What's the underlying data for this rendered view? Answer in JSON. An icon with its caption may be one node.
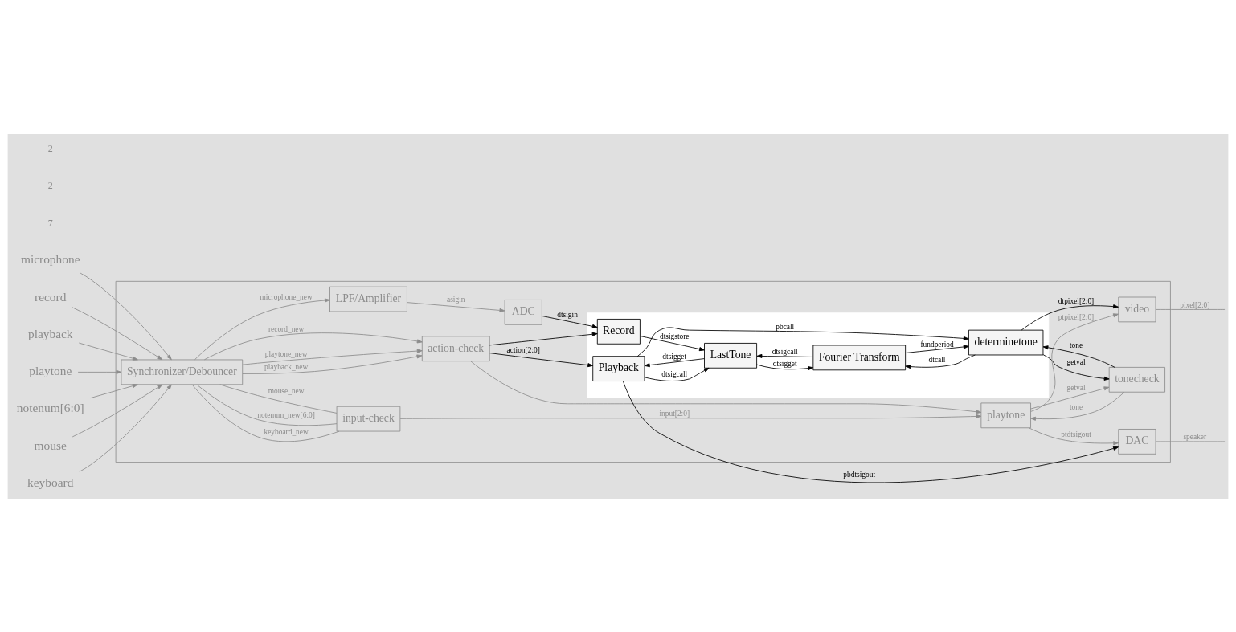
{
  "diagram": {
    "nodes": [
      {
        "text": [],
        "shape": "box"
      },
      {
        "text": [
          "microphone"
        ]
      },
      {
        "text": [
          "record"
        ]
      },
      {
        "text": [
          "playback"
        ]
      },
      {
        "text": [
          "playtone"
        ]
      },
      {
        "text": [
          "notenum[6:0]"
        ]
      },
      {
        "text": [
          "mouse"
        ]
      },
      {
        "text": [
          "keyboard"
        ]
      },
      {
        "text": [
          "Synchronizer/Debouncer"
        ],
        "in": 0
      },
      {
        "text": [
          "LPF/Amplifier"
        ],
        "in": 0
      },
      {
        "text": [
          "ADC"
        ],
        "in": 0
      },
      {
        "text": [
          "action-check"
        ],
        "in": 0
      },
      {
        "text": [
          "input-check"
        ],
        "in": 0
      },
      {
        "text": [],
        "shape": "box",
        "in": 0
      },
      {
        "text": [
          "Record"
        ],
        "in": 13
      },
      {
        "text": [
          "Playback"
        ],
        "in": 13
      },
      {
        "text": [
          "LastTone"
        ],
        "in": 13
      },
      {
        "text": [
          "Fourier Transform"
        ],
        "in": 13
      },
      {
        "text": [
          "determinetone"
        ],
        "in": 13
      },
      {
        "text": [
          "playtone"
        ],
        "in": 0
      },
      {
        "text": [
          "tonecheck"
        ],
        "in": 0
      },
      {
        "text": [
          "DAC"
        ],
        "in": 0
      },
      {
        "text": [
          "video"
        ],
        "in": 0
      }
    ],
    "edges": [
      {
        "from": 1,
        "to": 8,
        "arrow": "to"
      },
      {
        "from": 2,
        "to": 8,
        "arrow": "to"
      },
      {
        "from": 3,
        "to": 8,
        "arrow": "to"
      },
      {
        "from": 4,
        "to": 8,
        "arrow": "to"
      },
      {
        "from": 5,
        "to": 8,
        "arrow": "to"
      },
      {
        "from": 6,
        "to": 8,
        "arrow": "to"
      },
      {
        "from": 7,
        "to": 8,
        "arrow": "to"
      },
      {
        "from": 8,
        "to": 9,
        "arrow": "to",
        "label": "microphone_new"
      },
      {
        "from": 9,
        "to": 10,
        "arrow": "to",
        "label": "asigin"
      },
      {
        "from": 10,
        "to": 14,
        "arrow": "to",
        "label": "dtsigin",
        "color": "#000000"
      },
      {
        "from": 8,
        "to": 11,
        "arrow": "to",
        "label": "record_new"
      },
      {
        "from": 8,
        "to": 11,
        "arrow": "to",
        "label": "playback_new"
      },
      {
        "from": 8,
        "to": 11,
        "arrow": "to",
        "label": "playtone_new"
      },
      {
        "from": 8,
        "to": 12,
        "arrow": "none",
        "label": "notenum_new[6:0]"
      },
      {
        "from": 8,
        "to": 12,
        "arrow": "none",
        "label": "mouse_new"
      },
      {
        "from": 8,
        "to": 12,
        "arrow": "none",
        "label": "keyboard_new"
      },
      {
        "from": 11,
        "to": 14,
        "arrow": "to",
        "color": "#000000"
      },
      {
        "from": 11,
        "to": 15,
        "arrow": "to",
        "label": "action[2:0]",
        "color": "#000000"
      },
      {
        "from": 11,
        "to": 19,
        "arrow": "to"
      },
      {
        "from": 12,
        "to": 19,
        "arrow": "to",
        "label": "input[2:0]"
      },
      {
        "from": 14,
        "to": 16,
        "arrow": "to",
        "label": "dtsigstore",
        "color": "#000000"
      },
      {
        "from": 15,
        "to": 16,
        "arrow": "to",
        "label": "dtsigcall",
        "color": "#000000"
      },
      {
        "from": 16,
        "to": 15,
        "arrow": "to",
        "label": "dtsigget",
        "color": "#000000"
      },
      {
        "from": 17,
        "to": 16,
        "arrow": "to",
        "label": "dtsigcall",
        "color": "#000000"
      },
      {
        "from": 16,
        "to": 17,
        "arrow": "to",
        "label": "dtsigget",
        "color": "#000000"
      },
      {
        "from": 18,
        "to": 17,
        "arrow": "to",
        "label": "dtcall",
        "color": "#000000"
      },
      {
        "from": 17,
        "to": 18,
        "arrow": "to",
        "label": "fundperiod",
        "color": "#000000"
      },
      {
        "from": 15,
        "to": 18,
        "arrow": "to",
        "label": "pbcall",
        "color": "#000000"
      },
      {
        "from": 15,
        "to": 21,
        "arrow": "to",
        "label": "pbdtsigout",
        "color": "#000000"
      },
      {
        "from": 18,
        "to": 20,
        "arrow": "to",
        "label": "getval",
        "color": "#000000"
      },
      {
        "from": 20,
        "to": 18,
        "arrow": "to",
        "label": "tone",
        "color": "#000000"
      },
      {
        "from": 18,
        "to": 22,
        "arrow": "to",
        "label": "dtpixel[2:0]",
        "color": "#000000"
      },
      {
        "from": 19,
        "to": 20,
        "arrow": "to",
        "label": "getval"
      },
      {
        "from": 20,
        "to": 19,
        "arrow": "to",
        "label": "tone"
      },
      {
        "from": 19,
        "to": 22,
        "arrow": "to",
        "label": "ptpixel[2:0]"
      },
      {
        "from": 19,
        "to": 21,
        "arrow": "to",
        "label": "ptdtsigout"
      },
      {
        "from": 21,
        "to": null,
        "arrow": "none",
        "label": "speaker"
      },
      {
        "from": 22,
        "to": null,
        "arrow": "none",
        "label": "pixel[2:0]"
      }
    ],
    "labels": [
      "7",
      "2",
      "2"
    ]
  }
}
